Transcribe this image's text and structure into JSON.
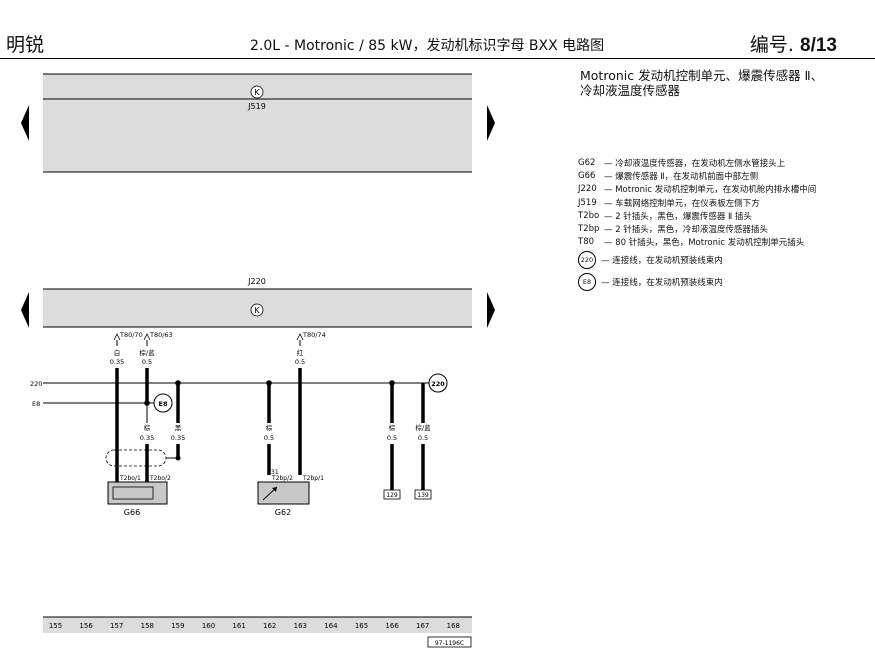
{
  "header": {
    "left_title": "明锐",
    "center_title": "2.0L - Motronic / 85 kW，发动机标识字母 BXX 电路图",
    "right_prefix": "编号.",
    "right_number": "8/13"
  },
  "legend": {
    "title_line1": "Motronic 发动机控制单元、爆震传感器 Ⅱ、",
    "title_line2": "冷却液温度传感器",
    "items": [
      {
        "code": "G62",
        "text": "— 冷却液温度传感器，在发动机左侧水管接头上"
      },
      {
        "code": "G66",
        "text": "— 爆震传感器 Ⅱ，在发动机前面中部左侧"
      },
      {
        "code": "J220",
        "text": "— Motronic 发动机控制单元，在发动机舱内排水槽中间"
      },
      {
        "code": "J519",
        "text": "— 车载网络控制单元，在仪表板左侧下方"
      },
      {
        "code": "T2bo",
        "text": "— 2 针插头，黑色，爆震传感器 Ⅱ 插头"
      },
      {
        "code": "T2bp",
        "text": "— 2 针插头，黑色，冷却液温度传感器插头"
      },
      {
        "code": "T80",
        "text": "— 80 针插头，黑色，Motronic 发动机控制单元插头"
      }
    ],
    "connectors": [
      {
        "code": "220",
        "text": "— 连接线，在发动机预装线束内"
      },
      {
        "code": "E8",
        "text": "— 连接线，在发动机预装线束内"
      }
    ]
  },
  "diagram": {
    "k_symbol": "K",
    "j519_label": "J519",
    "j220_label": "J220",
    "pins": {
      "p70": "T80/70",
      "p63": "T80/63",
      "p74": "T80/74"
    },
    "wires": {
      "w1_color": "白",
      "w1_size": "0.35",
      "w2_color": "棕/蓝",
      "w2_size": "0.5",
      "w3_color": "红",
      "w3_size": "0.5",
      "w4_color": "棕",
      "w4_size": "0.35",
      "w5_color": "黑",
      "w5_size": "0.35",
      "w6_color": "棕",
      "w6_size": "0.5",
      "w7_color": "棕",
      "w7_size": "0.5",
      "w8_color": "棕/蓝",
      "w8_size": "0.5"
    },
    "line_220": "220",
    "line_e8": "E8",
    "node_e8": "E8",
    "node_220": "220",
    "g66_pin1": "T2bo/1",
    "g66_pin2": "T2bo/2",
    "g62_pin2": "T2bp/2",
    "g62_pin1": "T2bp/1",
    "g62_31": "31",
    "g66_label": "G66",
    "g62_label": "G62",
    "ref_129": "129",
    "ref_139": "139",
    "ruler": [
      "155",
      "156",
      "157",
      "158",
      "159",
      "160",
      "161",
      "162",
      "163",
      "164",
      "165",
      "166",
      "167",
      "168"
    ],
    "doc_id": "97-1196C"
  },
  "colors": {
    "module_fill": "#dcdcdc",
    "sensor_fill": "#c8c8c8",
    "line": "#000000"
  }
}
